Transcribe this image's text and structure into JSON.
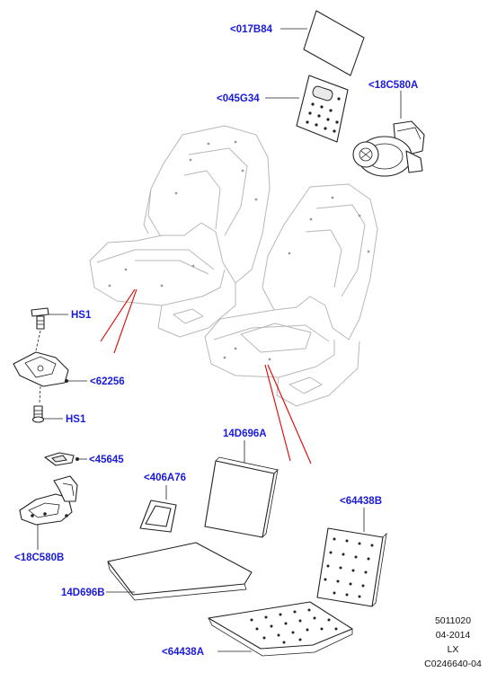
{
  "callouts": {
    "c017B84": "<017B84",
    "c045G34": "<045G34",
    "c18C580A": "<18C580A",
    "hs1_top": "HS1",
    "c62256": "<62256",
    "hs1_bottom": "HS1",
    "c45645": "<45645",
    "c406A76": "<406A76",
    "c14D696A": "14D696A",
    "c64438B": "<64438B",
    "c18C580B": "<18C580B",
    "c14D696B": "14D696B",
    "c64438A": "<64438A"
  },
  "info_block": [
    "5011020",
    "04-2014",
    "LX",
    "C0246640-04"
  ],
  "colors": {
    "callout": "#1a1adb",
    "red_leader": "#e10000",
    "ghost_seat": "#b8b8b8"
  }
}
